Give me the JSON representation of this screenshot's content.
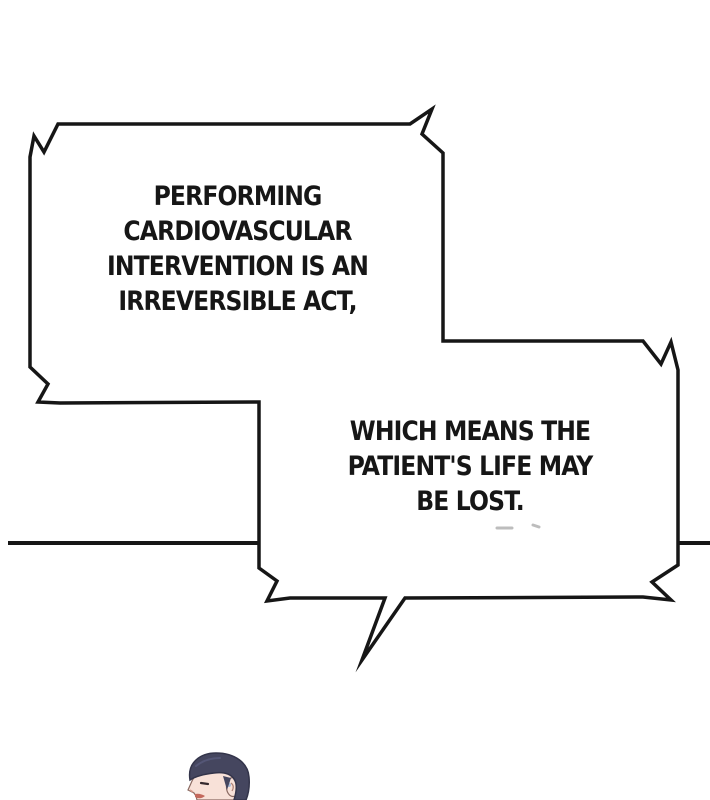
{
  "page": {
    "kind": "webtoon-panel"
  },
  "bubbles": [
    {
      "id": "bubble-1",
      "text": "PERFORMING\nCARDIOVASCULAR\nINTERVENTION IS AN\nIRREVERSIBLE ACT,"
    },
    {
      "id": "bubble-2",
      "text": "WHICH MEANS THE\nPATIENT'S LIFE MAY\nBE LOST."
    }
  ],
  "colors": {
    "paper": "#ffffff",
    "ink": "#161616",
    "hair": "#45465f",
    "hair_shadow": "#33344a",
    "skin": "#f8e1d8",
    "skin_line": "#8a6a62",
    "lips": "#c4685c",
    "earring": "#a9bcd9",
    "smudge": "#a8a8a8"
  }
}
